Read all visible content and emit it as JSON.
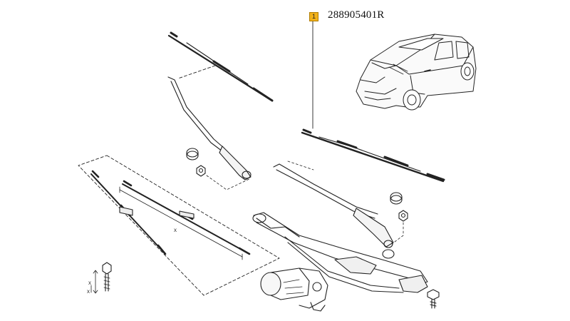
{
  "callout": {
    "index": "1",
    "part_number": "288905401R",
    "highlight_color": "#f2b21b"
  },
  "dimensions": {
    "blade_length_label": "x",
    "bolt_height_label": "x",
    "bolt_pitch_label": "x"
  },
  "icons": {
    "car": "hatchback-car-icon",
    "motor": "wiper-motor-icon"
  }
}
